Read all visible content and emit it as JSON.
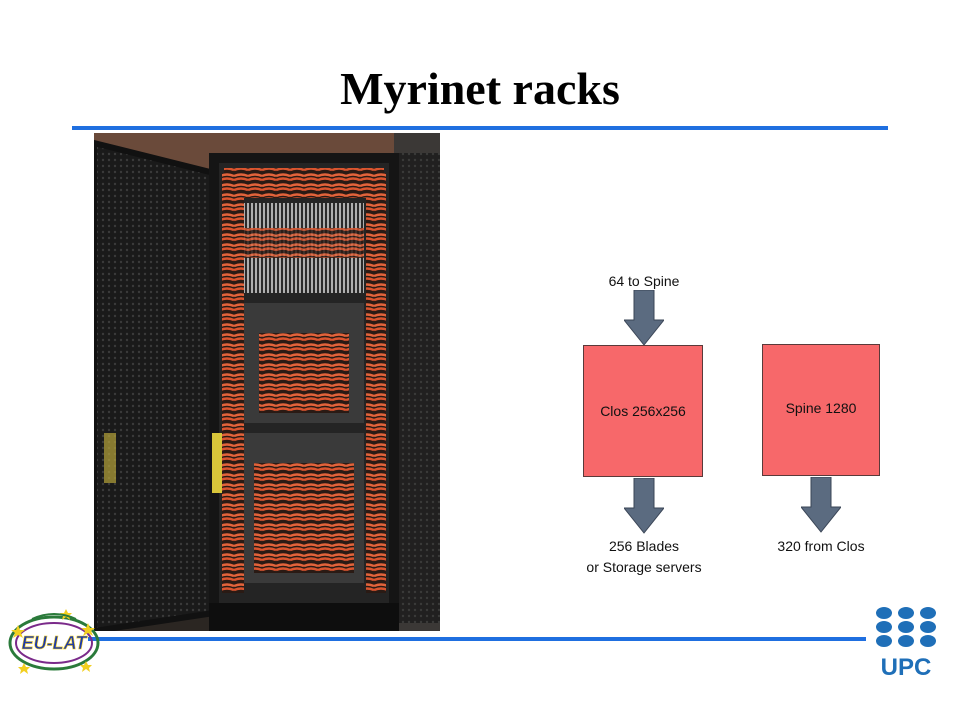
{
  "slide": {
    "title": "Myrinet racks"
  },
  "diagram": {
    "clos_top_label": "64 to Spine",
    "clos_box_label": "Clos 256x256",
    "clos_bottom_line1": "256 Blades",
    "clos_bottom_line2": "or Storage servers",
    "spine_box_label": "Spine 1280",
    "spine_bottom_label": "320 from Clos"
  },
  "logos": {
    "eu_lat_text": "EU-LAT",
    "upc_text": "UPC"
  },
  "colors": {
    "accent_rule": "#1f6fe0",
    "box_fill": "#f7686a",
    "arrow_fill": "#5b6b80"
  }
}
